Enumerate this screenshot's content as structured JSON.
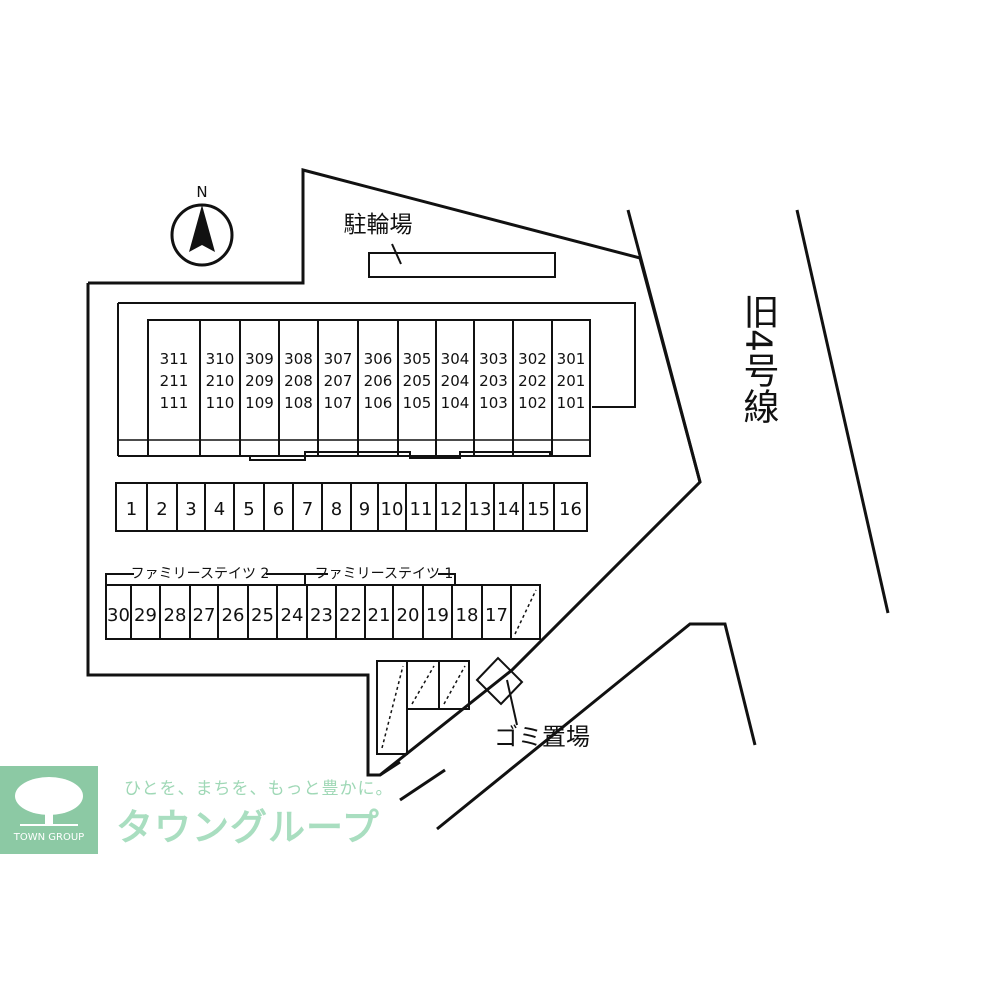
{
  "map": {
    "north_label": "N",
    "bicycle_parking_label": "駐輪場",
    "road_label": "旧4号線",
    "garbage_label": "ゴミ置場",
    "building_1_label": "ファミリーステイツ 1",
    "building_2_label": "ファミリーステイツ 2",
    "apartment_columns": [
      [
        "311",
        "211",
        "111"
      ],
      [
        "310",
        "210",
        "110"
      ],
      [
        "309",
        "209",
        "109"
      ],
      [
        "308",
        "208",
        "108"
      ],
      [
        "307",
        "207",
        "107"
      ],
      [
        "306",
        "206",
        "106"
      ],
      [
        "305",
        "205",
        "105"
      ],
      [
        "304",
        "204",
        "104"
      ],
      [
        "303",
        "203",
        "103"
      ],
      [
        "302",
        "202",
        "102"
      ],
      [
        "301",
        "201",
        "101"
      ]
    ],
    "parking_row_upper": [
      "1",
      "2",
      "3",
      "4",
      "5",
      "6",
      "7",
      "8",
      "9",
      "10",
      "11",
      "12",
      "13",
      "14",
      "15",
      "16"
    ],
    "parking_row_lower": [
      "30",
      "29",
      "28",
      "27",
      "26",
      "25",
      "24",
      "23",
      "22",
      "21",
      "20",
      "19",
      "18",
      "17",
      ""
    ]
  },
  "logo": {
    "company_short": "TOWN GROUP",
    "tagline": "ひとを、まちを、もっと豊かに。",
    "brand_name": "タウングループ",
    "color": "#8cc9a4"
  }
}
